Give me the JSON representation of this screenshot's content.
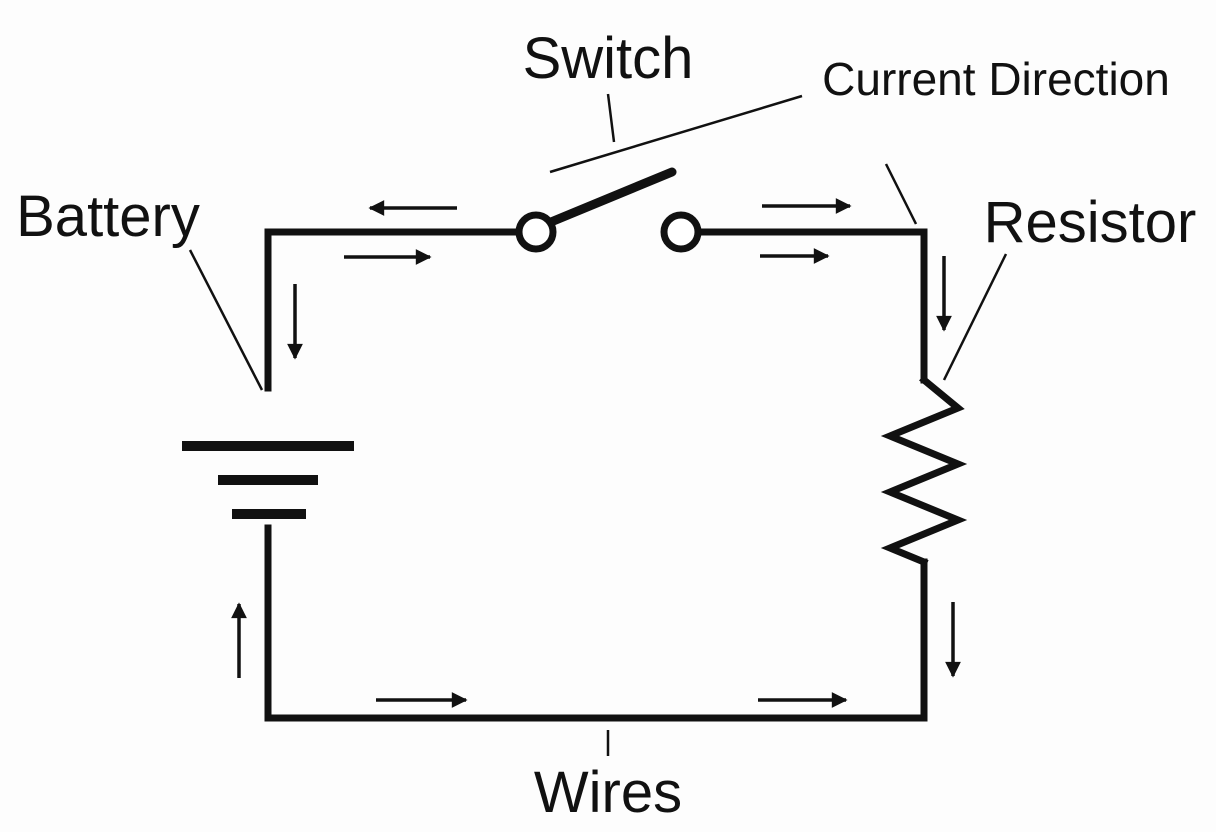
{
  "diagram": {
    "labels": {
      "switch": "Switch",
      "current_direction": "Current Direction",
      "battery": "Battery",
      "resistor": "Resistor",
      "wires": "Wires"
    },
    "colors": {
      "line": "#111111",
      "background": "#fdfdfd"
    }
  }
}
